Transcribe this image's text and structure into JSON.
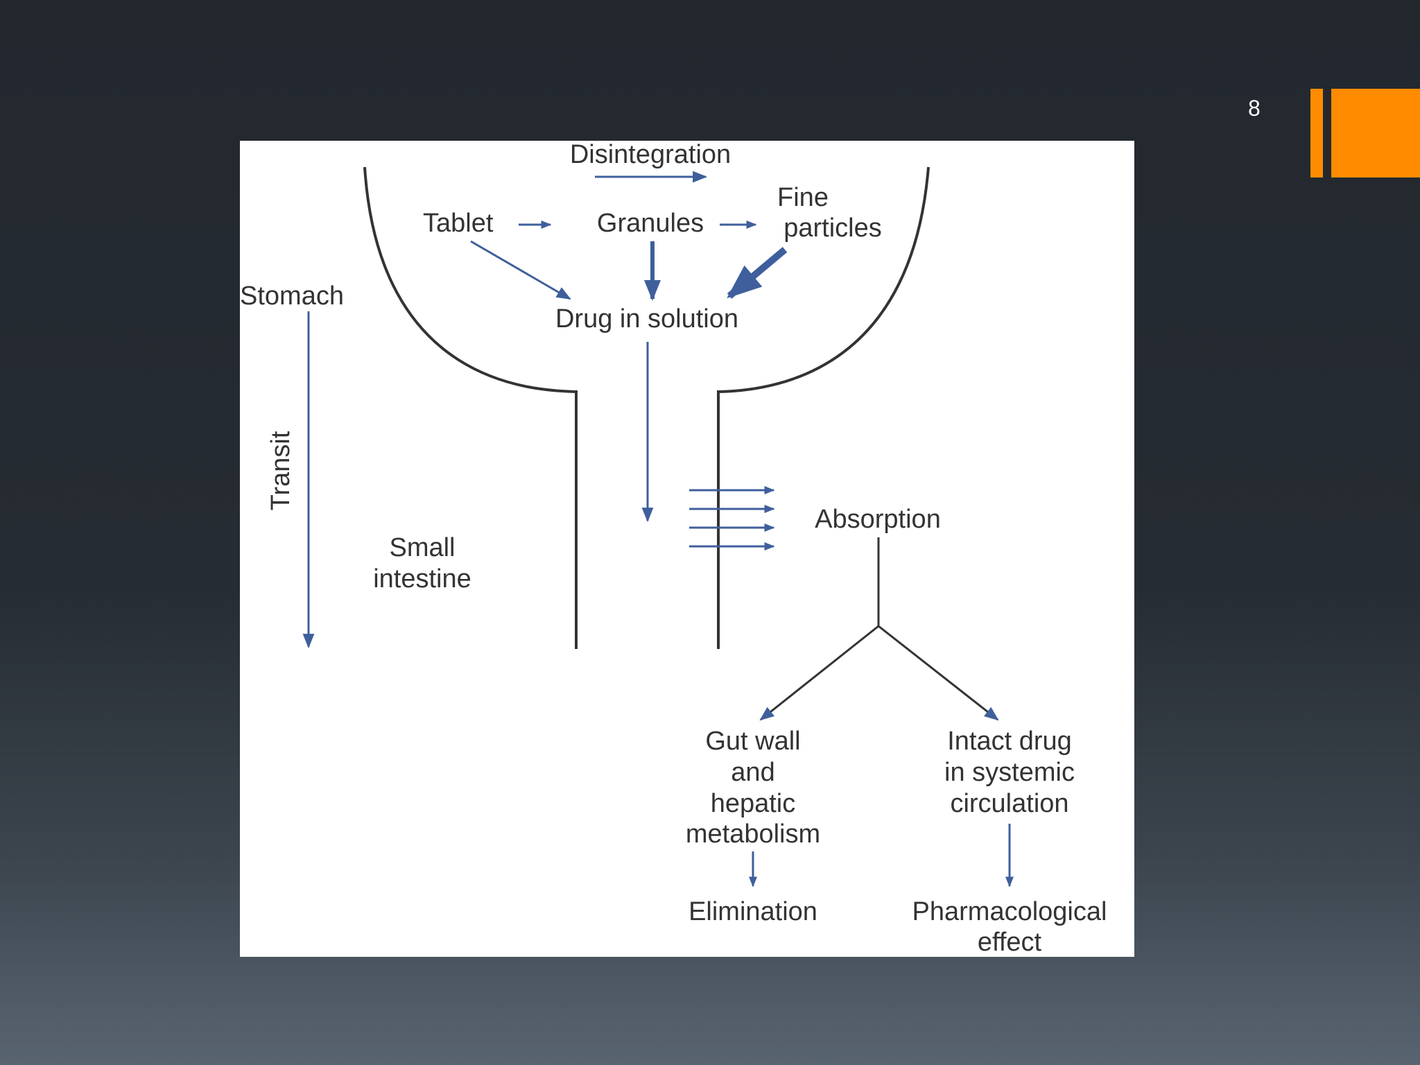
{
  "slide": {
    "number": "8",
    "accent_color": "#ff8c00",
    "background_color": "#23282f"
  },
  "diagram": {
    "stroke_color": "#3f5f9c",
    "labels": {
      "disintegration": "Disintegration",
      "tablet": "Tablet",
      "granules": "Granules",
      "fine_particles_1": "Fine",
      "fine_particles_2": "particles",
      "stomach": "Stomach",
      "drug_in_solution": "Drug in solution",
      "transit": "Transit",
      "small_intestine_1": "Small",
      "small_intestine_2": "intestine",
      "absorption": "Absorption",
      "gut_wall_1": "Gut wall",
      "gut_wall_2": "and",
      "gut_wall_3": "hepatic",
      "gut_wall_4": "metabolism",
      "intact_drug_1": "Intact drug",
      "intact_drug_2": "in systemic",
      "intact_drug_3": "circulation",
      "elimination": "Elimination",
      "pharmacological_1": "Pharmacological",
      "pharmacological_2": "effect"
    }
  }
}
